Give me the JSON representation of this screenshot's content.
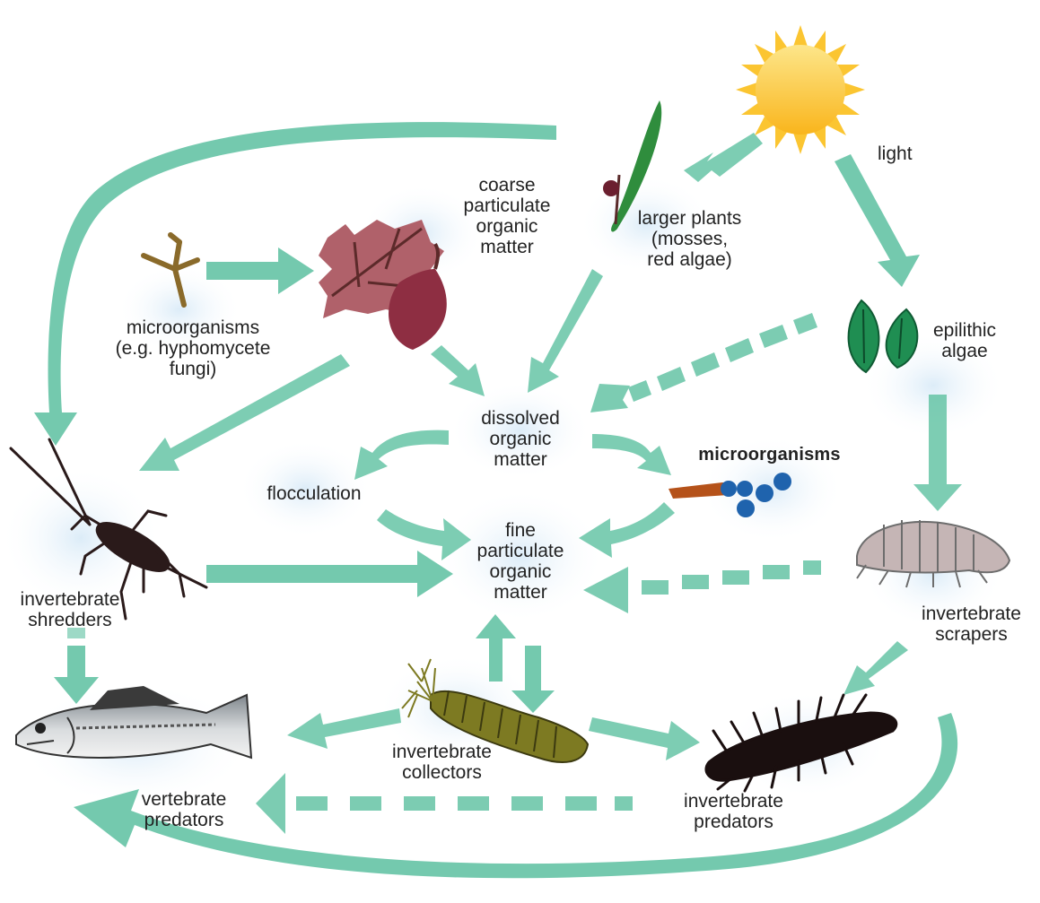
{
  "labels": {
    "light": "light",
    "larger_plants": "larger plants\n(mosses,\nred algae)",
    "cpom": "coarse\nparticulate\norganic\nmatter",
    "microorganisms_fungi": "microorganisms\n(e.g. hyphomycete\nfungi)",
    "epilithic_algae": "epilithic\nalgae",
    "dom": "dissolved\norganic\nmatter",
    "microorganisms": "microorganisms",
    "flocculation": "flocculation",
    "fpom": "fine\nparticulate\norganic\nmatter",
    "shredders": "invertebrate\nshredders",
    "scrapers": "invertebrate\nscrapers",
    "collectors": "invertebrate\ncollectors",
    "vertebrate_predators": "vertebrate\npredators",
    "invertebrate_predators": "invertebrate\npredators"
  },
  "colors": {
    "arrow": "#5cc0a0",
    "glow": "#e2f1fb",
    "sun": "#fbc531",
    "leaf": "#b0616a",
    "plant": "#2f8d3d",
    "algae": "#1f8e52",
    "microbe": "#1f63ad",
    "collector": "#7d7a22",
    "fish": "#9ea3a8",
    "dark_insect": "#2a1a1a"
  }
}
